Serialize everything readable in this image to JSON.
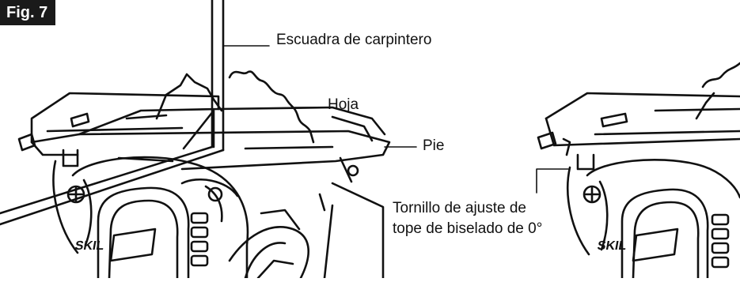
{
  "figure": {
    "tag": "Fig. 7",
    "labels": {
      "square": "Escuadra de carpintero",
      "blade": "Hoja",
      "shoe": "Pie",
      "screw_line1": "Tornillo de ajuste de",
      "screw_line2": "tope de biselado de 0°"
    },
    "logo_text": "SKIL"
  }
}
